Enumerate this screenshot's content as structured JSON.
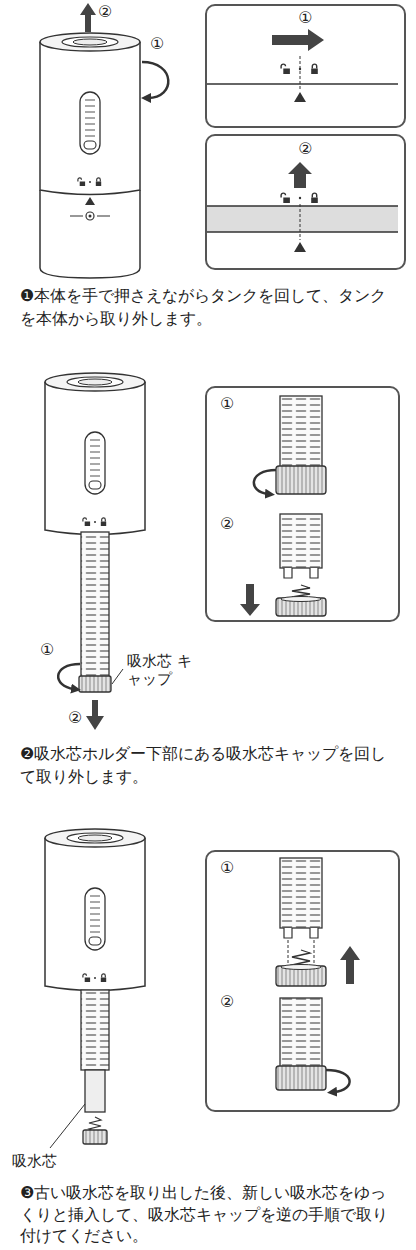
{
  "diagram": {
    "nodes": [
      {
        "text": [
          "①"
        ]
      },
      {
        "text": [
          "②"
        ]
      },
      {
        "text": [
          "①",
          "②"
        ]
      },
      {
        "text": [
          "①",
          "②"
        ]
      }
    ],
    "labels": [
      "②",
      "①",
      "❶本体を手で押さえながらタンクを回して、タンクを本体から取り外します。",
      "①",
      "吸水芯 キャップ",
      "②",
      "❷吸水芯ホルダー下部にある吸水芯キャップを回して取り外します。",
      "吸水芯",
      "❸古い吸水芯を取り出した後、新しい吸水芯をゆっくりと挿入して、吸水芯キャップを逆の手順で取り付けてください。"
    ]
  }
}
